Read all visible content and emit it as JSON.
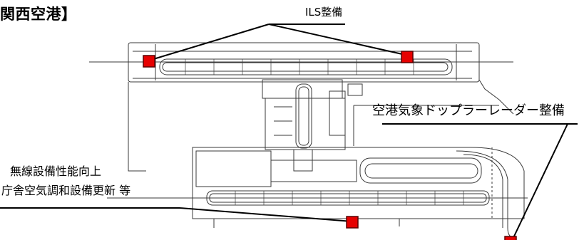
{
  "title": "関西空港】",
  "labels": {
    "ils": "ILS整備",
    "radar": "空港気象ドップラーレーダー整備",
    "wireless_line1": "無線設備性能向上",
    "wireless_line2": "庁舎空気調和設備更新 等"
  },
  "colors": {
    "marker_fill": "#e60000",
    "marker_border": "#5a0000",
    "line": "#000000",
    "drawing": "#3a3a3a"
  }
}
